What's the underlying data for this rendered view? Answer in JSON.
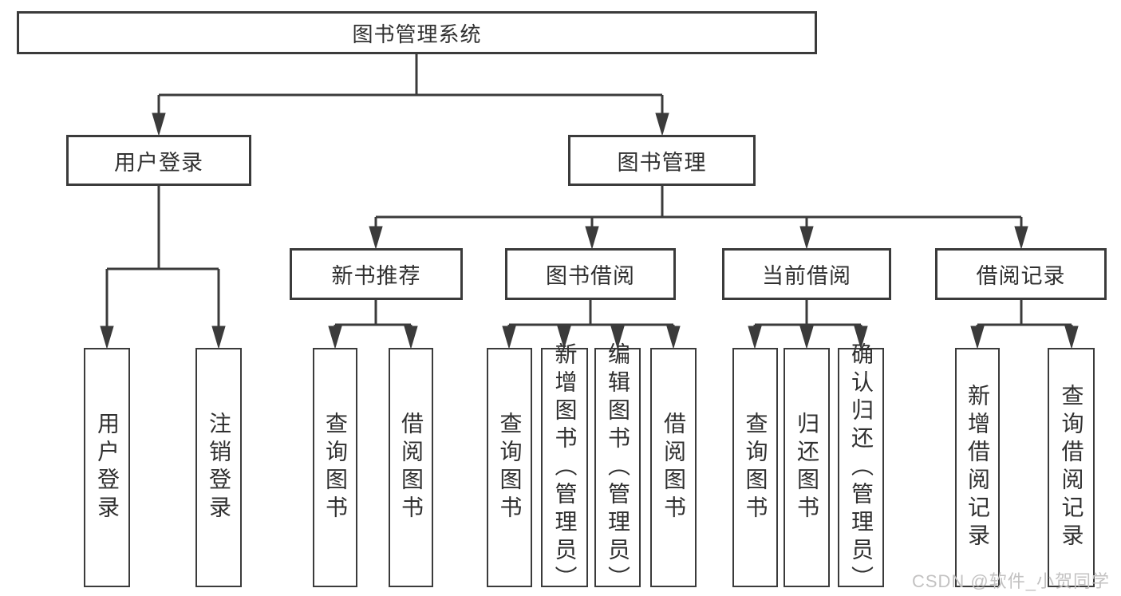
{
  "diagram": {
    "root": "图书管理系统",
    "children": [
      {
        "label": "用户登录",
        "children": [
          {
            "label": "用户登录"
          },
          {
            "label": "注销登录"
          }
        ]
      },
      {
        "label": "图书管理",
        "children": [
          {
            "label": "新书推荐",
            "children": [
              {
                "label": "查询图书"
              },
              {
                "label": "借阅图书"
              }
            ]
          },
          {
            "label": "图书借阅",
            "children": [
              {
                "label": "查询图书"
              },
              {
                "label": "新增图书（管理员）"
              },
              {
                "label": "编辑图书（管理员）"
              },
              {
                "label": "借阅图书"
              }
            ]
          },
          {
            "label": "当前借阅",
            "children": [
              {
                "label": "查询图书"
              },
              {
                "label": "归还图书"
              },
              {
                "label": "确认归还（管理员）"
              }
            ]
          },
          {
            "label": "借阅记录",
            "children": [
              {
                "label": "新增借阅记录"
              },
              {
                "label": "查询借阅记录"
              }
            ]
          }
        ]
      }
    ]
  },
  "watermark": {
    "text": "CSDN @软件_小贺同学"
  },
  "colors": {
    "line": "#3b3b3b",
    "text": "#303030",
    "background": "#ffffff",
    "watermark": "#c3c2c2"
  }
}
